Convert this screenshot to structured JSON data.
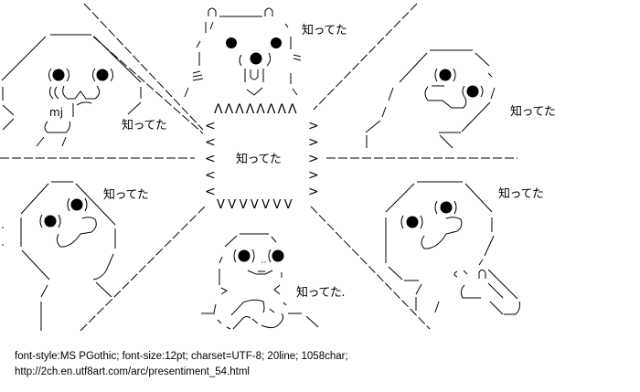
{
  "art": {
    "speech": {
      "top_left": "知ってた",
      "top_center": "知ってた",
      "top_right": "知ってた",
      "center": "知ってた",
      "bottom_left": "知ってた",
      "bottom_center": "知ってた.",
      "bottom_right": "知ってた"
    },
    "glyphs": {
      "mj": "mj",
      "center_frame_top": "ΛΛΛΛΛΛΛΛ",
      "center_frame_bottom": "VVVVVVV",
      "frame_left": "<",
      "frame_right": ">"
    }
  },
  "footer": {
    "line1": "font-style:MS PGothic; font-size:12pt; charset=UTF-8; 20line; 1058char;",
    "line2": "http://2ch.en.utf8art.com/arc/presentiment_54.html"
  }
}
